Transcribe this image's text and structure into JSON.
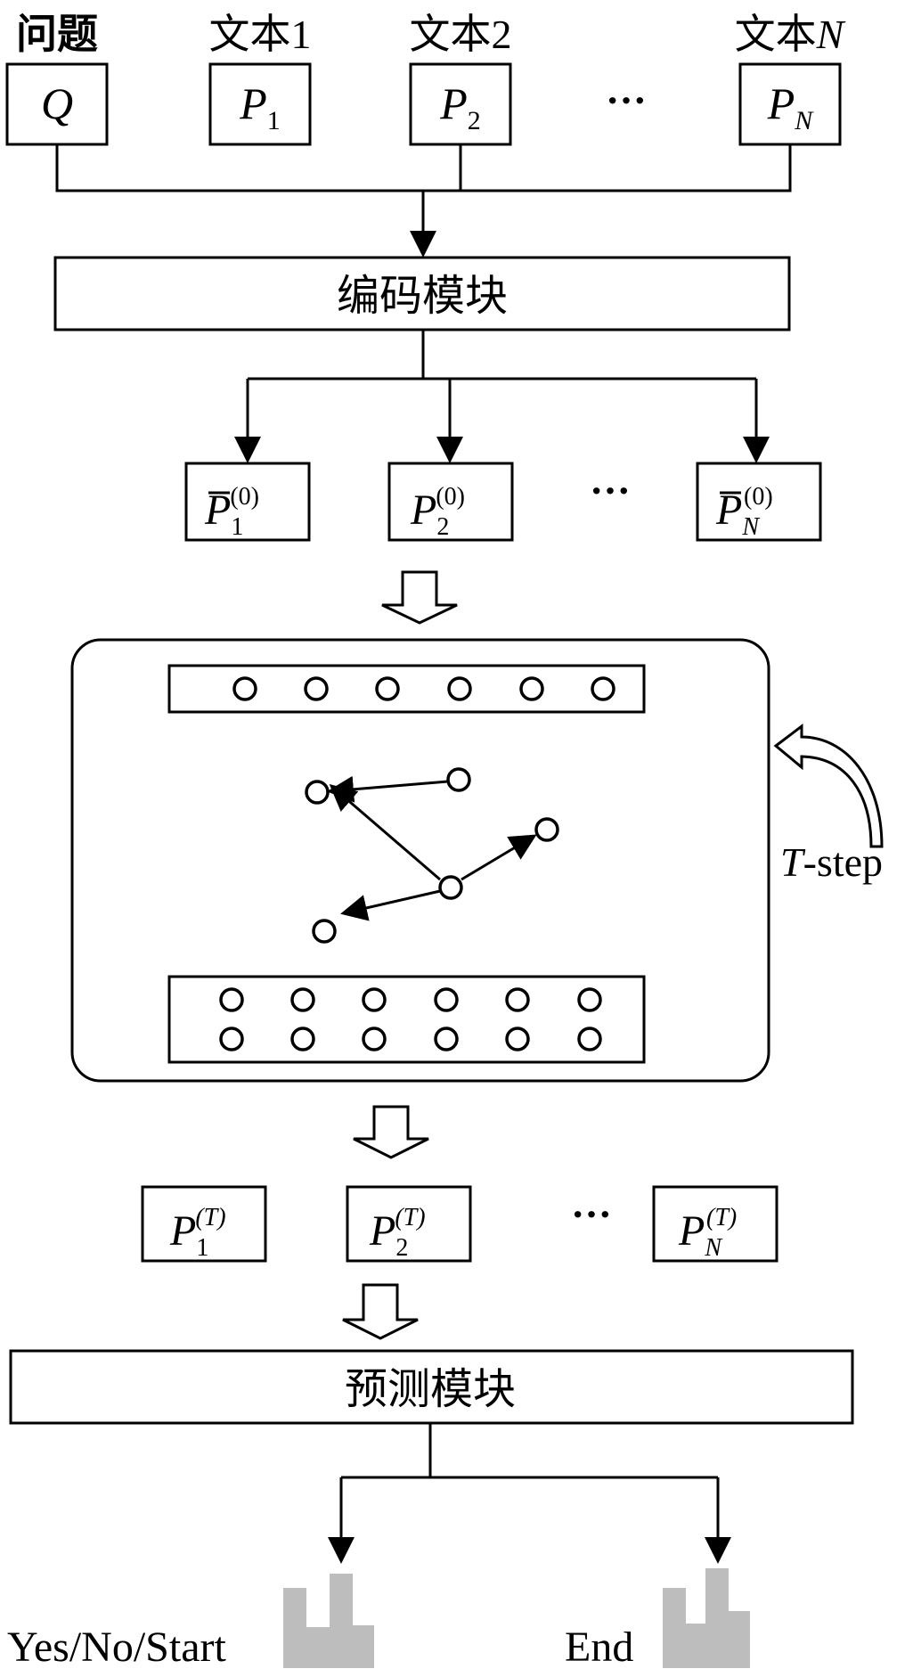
{
  "inputs": {
    "question": {
      "label": "问题",
      "symbol": "Q"
    },
    "texts": [
      {
        "label_prefix": "文本",
        "label_suffix": "1",
        "symbol": "P",
        "sub": "1"
      },
      {
        "label_prefix": "文本",
        "label_suffix": "2",
        "symbol": "P",
        "sub": "2"
      },
      {
        "label_prefix": "文本",
        "label_suffix": "N",
        "symbol": "P",
        "sub": "N"
      }
    ],
    "ellipsis": "···"
  },
  "encoder": {
    "label": "编码模块"
  },
  "initial_states": {
    "items": [
      {
        "symbol": "P",
        "sub": "1",
        "sup": "(0)",
        "bar": true
      },
      {
        "symbol": "P",
        "sub": "2",
        "sup": "(0)",
        "bar": false
      },
      {
        "symbol": "P",
        "sub": "N",
        "sup": "(0)",
        "bar": true
      }
    ],
    "ellipsis": "···"
  },
  "graph_block": {
    "loop_label_italic": "T",
    "loop_label_rest": "-step"
  },
  "final_states": {
    "items": [
      {
        "symbol": "P",
        "sub": "1",
        "sup": "(T)"
      },
      {
        "symbol": "P",
        "sub": "2",
        "sup": "(T)"
      },
      {
        "symbol": "P",
        "sub": "N",
        "sup": "(T)"
      }
    ],
    "ellipsis": "···"
  },
  "predictor": {
    "label": "预测模块"
  },
  "outputs": {
    "left": {
      "label": "Yes/No/Start"
    },
    "right": {
      "label": "End"
    }
  }
}
